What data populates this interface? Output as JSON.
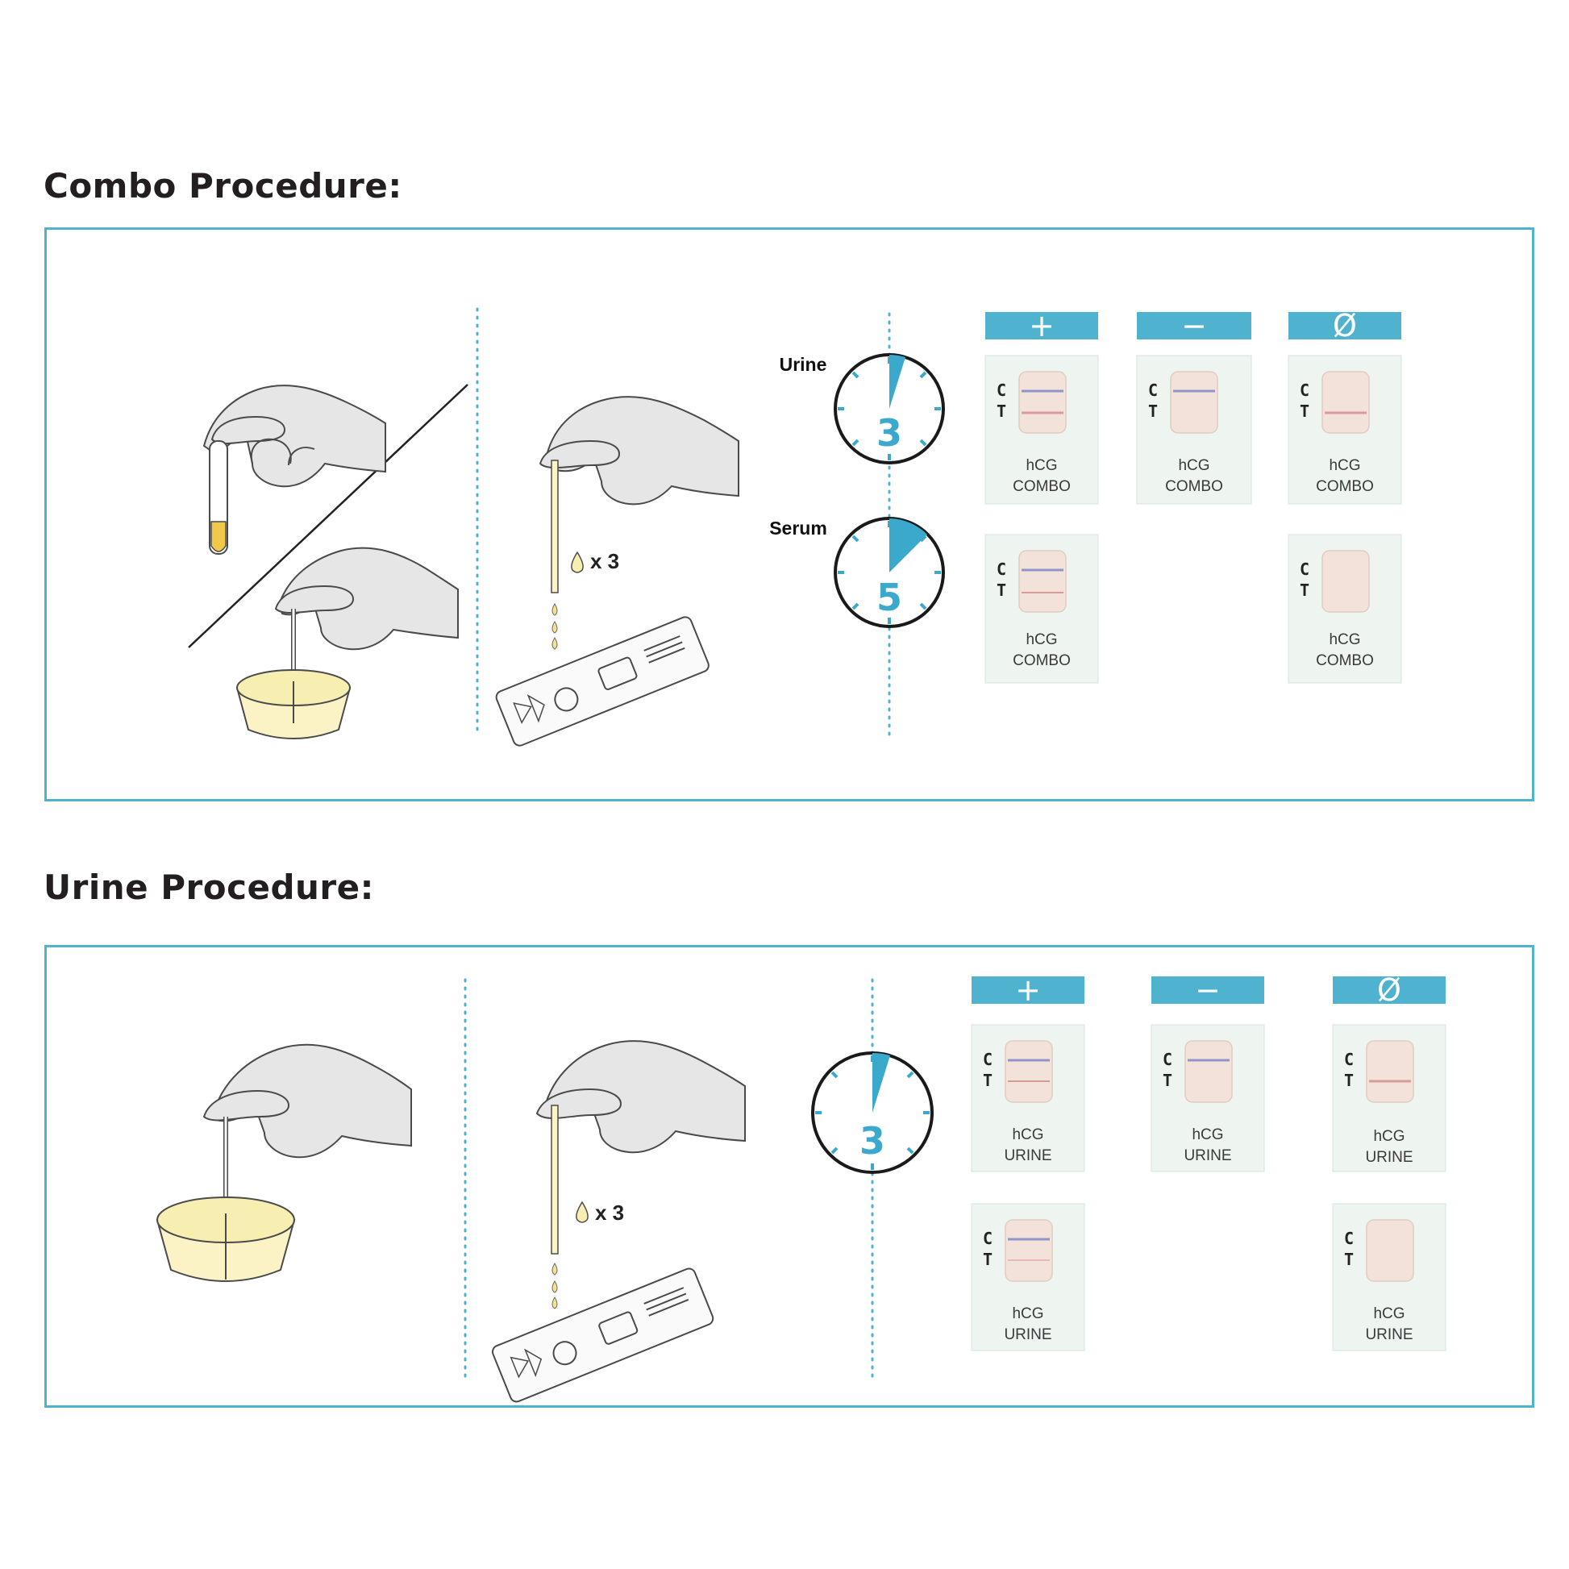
{
  "combo": {
    "title": "Combo Procedure:",
    "drop_count": "x 3",
    "timers": [
      {
        "label": "Urine",
        "minutes": "3"
      },
      {
        "label": "Serum",
        "minutes": "5"
      }
    ],
    "result_headers": [
      "+",
      "−",
      "Ø"
    ],
    "cassettes": [
      {
        "c": "C",
        "t": "T",
        "line1": "hCG",
        "line2": "COMBO"
      },
      {
        "c": "C",
        "t": "T",
        "line1": "hCG",
        "line2": "COMBO"
      },
      {
        "c": "C",
        "t": "T",
        "line1": "hCG",
        "line2": "COMBO"
      },
      {
        "c": "C",
        "t": "T",
        "line1": "hCG",
        "line2": "COMBO"
      },
      {
        "c": "C",
        "t": "T",
        "line1": "hCG",
        "line2": "COMBO"
      }
    ]
  },
  "urine": {
    "title": "Urine Procedure:",
    "drop_count": "x 3",
    "timer": {
      "minutes": "3"
    },
    "result_headers": [
      "+",
      "−",
      "Ø"
    ],
    "cassettes": [
      {
        "c": "C",
        "t": "T",
        "line1": "hCG",
        "line2": "URINE"
      },
      {
        "c": "C",
        "t": "T",
        "line1": "hCG",
        "line2": "URINE"
      },
      {
        "c": "C",
        "t": "T",
        "line1": "hCG",
        "line2": "URINE"
      },
      {
        "c": "C",
        "t": "T",
        "line1": "hCG",
        "line2": "URINE"
      },
      {
        "c": "C",
        "t": "T",
        "line1": "hCG",
        "line2": "URINE"
      }
    ]
  },
  "colors": {
    "accent": "#4fb3cf",
    "clock_number": "#3ba9cb",
    "control_line": "#8f95c8",
    "test_line": "#d99a9a",
    "urine": "#f3e9a6",
    "glove": "#e6e6e6"
  }
}
